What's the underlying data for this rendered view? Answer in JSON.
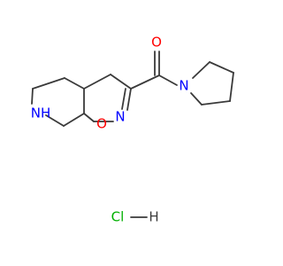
{
  "molecule": {
    "atoms": {
      "oxygen_carbonyl": "O",
      "nitrogen_pyrrolidine": "N",
      "nitrogen_isoxazoline": "N",
      "oxygen_ring": "O",
      "nitrogen_piperidine": "NH"
    },
    "salt": {
      "chlorine": "Cl",
      "hydrogen": "H"
    },
    "colors": {
      "bond": "#3a3a3a",
      "oxygen": "#ff0000",
      "nitrogen": "#0000ff",
      "chlorine": "#00b000",
      "hydrogen": "#3a3a3a"
    }
  }
}
